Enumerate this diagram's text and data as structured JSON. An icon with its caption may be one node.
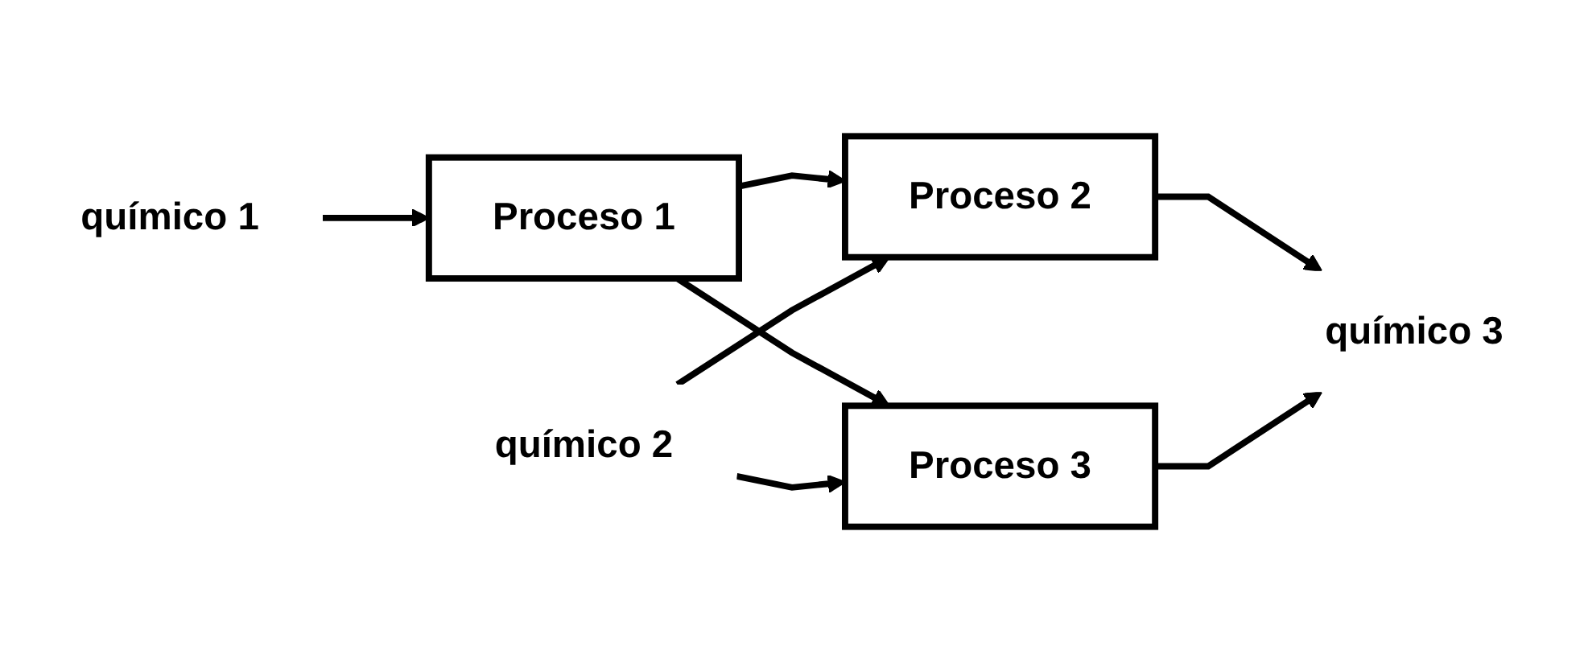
{
  "diagram": {
    "nodes": [
      {
        "text": [
          "químico 1"
        ]
      },
      {
        "text": [
          "Proceso 1"
        ]
      },
      {
        "text": [
          "químico 2"
        ]
      },
      {
        "text": [
          "Proceso 2"
        ]
      },
      {
        "text": [
          "Proceso 3"
        ]
      },
      {
        "text": [
          "químico 3"
        ]
      }
    ],
    "edges": [
      {
        "from": 0,
        "to": 1,
        "arrow": "to"
      },
      {
        "from": 1,
        "to": 3,
        "arrow": "to"
      },
      {
        "from": 1,
        "to": 4,
        "arrow": "to"
      },
      {
        "from": 2,
        "to": 3,
        "arrow": "to"
      },
      {
        "from": 2,
        "to": 4,
        "arrow": "to"
      },
      {
        "from": 3,
        "to": 5,
        "arrow": "to"
      },
      {
        "from": 4,
        "to": 5,
        "arrow": "to"
      }
    ]
  }
}
